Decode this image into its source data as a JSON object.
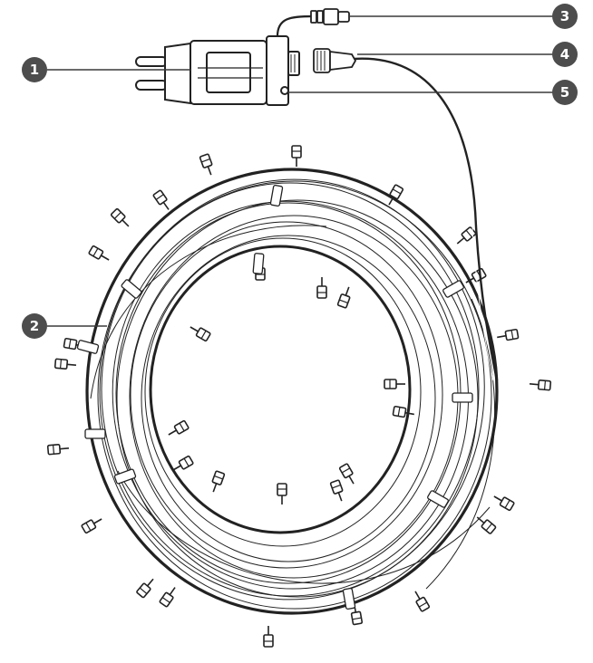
{
  "callouts": [
    {
      "id": "1",
      "label": "1"
    },
    {
      "id": "2",
      "label": "2"
    },
    {
      "id": "3",
      "label": "3"
    },
    {
      "id": "4",
      "label": "4"
    },
    {
      "id": "5",
      "label": "5"
    }
  ],
  "colors": {
    "line": "#222222",
    "badge": "#4d4d4d",
    "background": "#ffffff"
  }
}
